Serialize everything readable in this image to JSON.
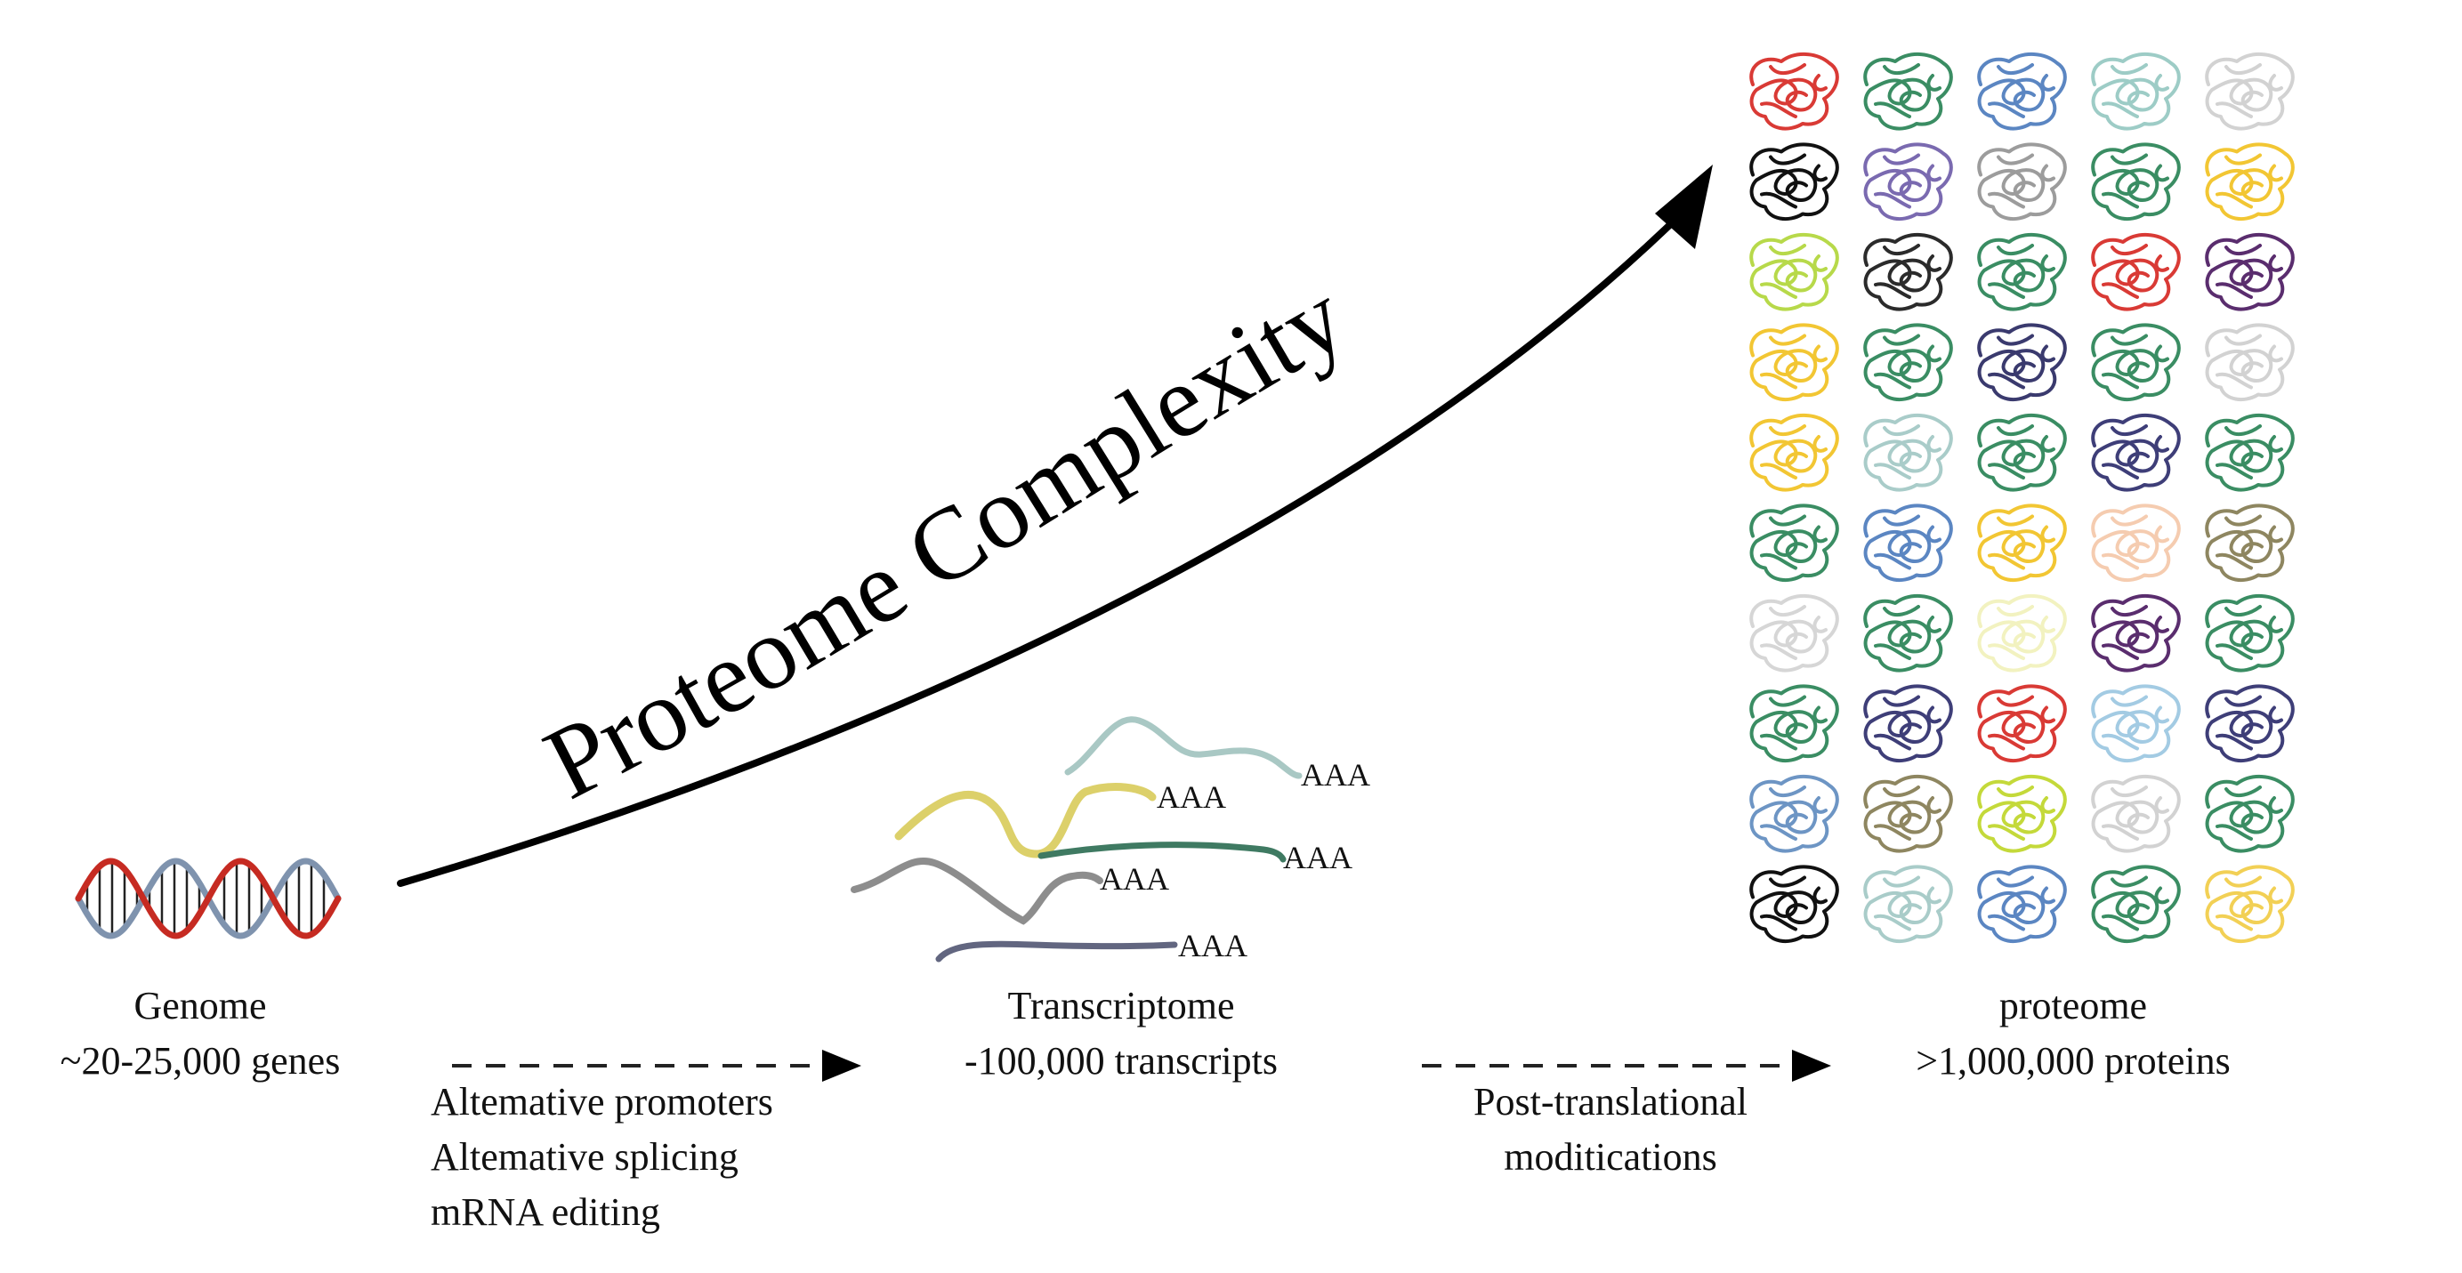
{
  "title": "Proteome Complexity",
  "stages": {
    "genome": {
      "name": "Genome",
      "count": "~20-25,000 genes"
    },
    "transcriptome": {
      "name": "Transcriptome",
      "count": "-100,000 transcripts"
    },
    "proteome": {
      "name": "proteome",
      "count": ">1,000,000 proteins"
    }
  },
  "steps": {
    "transcription_processes": [
      "Altemative promoters",
      "Altemative splicing",
      "mRNA editing"
    ],
    "translation_processes": [
      "Post-translational",
      "moditications"
    ]
  },
  "polya_tail": "AAA",
  "colors": {
    "dna_strand_a": "#c62b22",
    "dna_strand_b": "#7f93ae",
    "arrow": "#000000",
    "transcripts": [
      "#a9c8c4",
      "#dcd06a",
      "#3f7a62",
      "#8d8d8d",
      "#626680"
    ],
    "protein_grid": [
      [
        "#d93a35",
        "#3a8d63",
        "#5b86c2",
        "#9dccc6",
        "#d2d2d2"
      ],
      [
        "#111111",
        "#7a6ab0",
        "#9c9c9c",
        "#3a8d63",
        "#f2c633"
      ],
      [
        "#b7d94a",
        "#2b2b2b",
        "#3a8d63",
        "#d93a35",
        "#5a2d6e"
      ],
      [
        "#f2c633",
        "#3a8d63",
        "#3a3a6e",
        "#3a8d63",
        "#d2d2d2"
      ],
      [
        "#f2c633",
        "#a9ccc9",
        "#3a8d63",
        "#3e3e78",
        "#3a8d63"
      ],
      [
        "#3a8d63",
        "#5b86c2",
        "#f2c633",
        "#f5ccb0",
        "#8e8660"
      ],
      [
        "#d6d6d6",
        "#3a8d63",
        "#f2f2c0",
        "#5a2d6e",
        "#3a8d63"
      ],
      [
        "#3a8d63",
        "#3e3e78",
        "#d93a35",
        "#a3cbe3",
        "#3e3e78"
      ],
      [
        "#6d95c4",
        "#8e8660",
        "#c4d93a",
        "#d2d2d2",
        "#3a8d63"
      ],
      [
        "#111111",
        "#a9ccc9",
        "#5b86c2",
        "#3a8d63",
        "#f2d055"
      ]
    ]
  }
}
